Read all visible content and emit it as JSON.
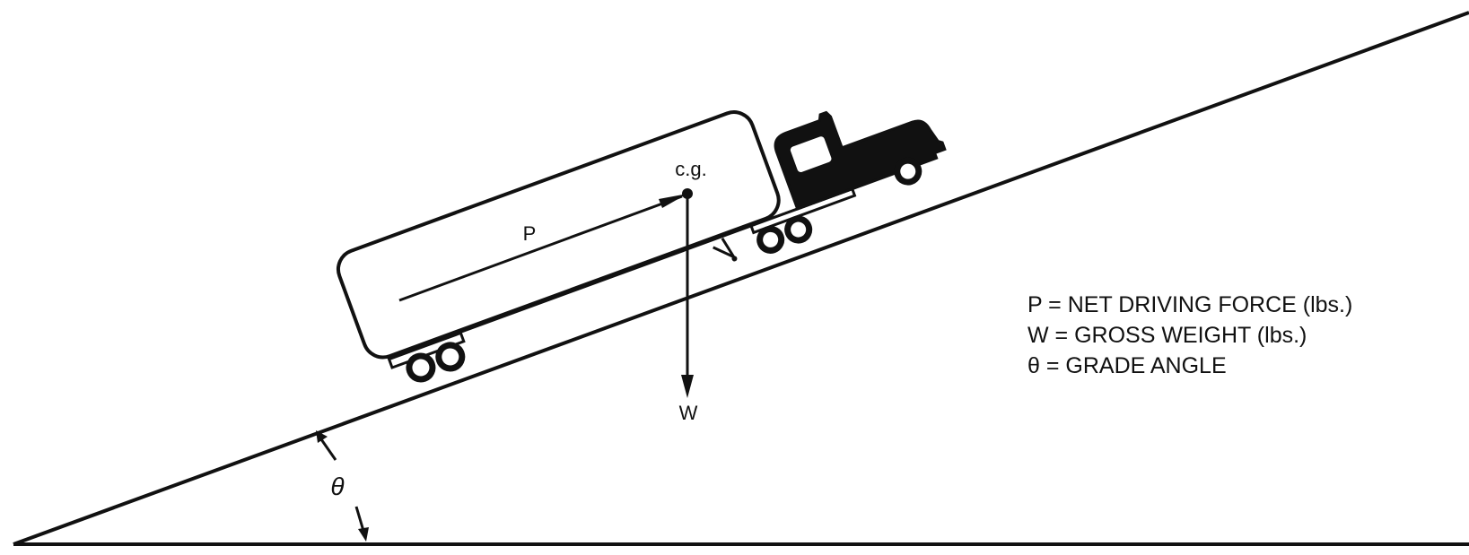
{
  "labels": {
    "force": "P",
    "center_of_gravity": "c.g.",
    "weight": "W",
    "angle": "θ"
  },
  "legend": [
    "P = NET DRIVING FORCE (lbs.)",
    "W = GROSS WEIGHT (lbs.)",
    "θ = GRADE ANGLE"
  ],
  "colors": {
    "ink": "#111111",
    "background": "#ffffff"
  }
}
